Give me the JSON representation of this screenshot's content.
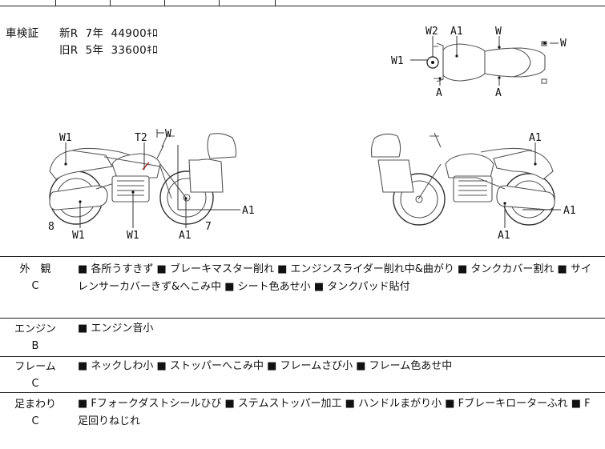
{
  "inspection": {
    "label": "車検証",
    "new_line": "新R  7年  44900ｷﾛ",
    "old_line": "旧R  5年  33600ｷﾛ"
  },
  "diagram_labels": {
    "top_view": [
      "W2",
      "A1",
      "W",
      "W",
      "W1",
      "A",
      "A"
    ],
    "left_side": [
      "W1",
      "T2",
      "W",
      "A1",
      "8",
      "W1",
      "W1",
      "A1",
      "7"
    ],
    "right_side": [
      "A1",
      "A1",
      "A1"
    ]
  },
  "rows": [
    {
      "label": "外　観",
      "grade": "C",
      "text": "■ 各所うすきず ■ ブレーキマスター削れ ■ エンジンスライダー削れ中&曲がり ■ タンクカバー割れ ■ サイレンサーカバーきず&へこみ中 ■ シート色あせ小 ■ タンクパッド貼付"
    },
    {
      "label": "エンジン",
      "grade": "B",
      "text": "■ エンジン音小"
    },
    {
      "label": "フレーム",
      "grade": "C",
      "text": "■ ネックしわ小 ■ ストッパーへこみ中 ■ フレームさび小 ■ フレーム色あせ中"
    },
    {
      "label": "足まわり",
      "grade": "C",
      "text": "■ Fフォークダストシールひび ■ ステムストッパー加工 ■ ハンドルまがり小 ■ Fブレーキローターふれ ■ F足回りねじれ"
    }
  ]
}
